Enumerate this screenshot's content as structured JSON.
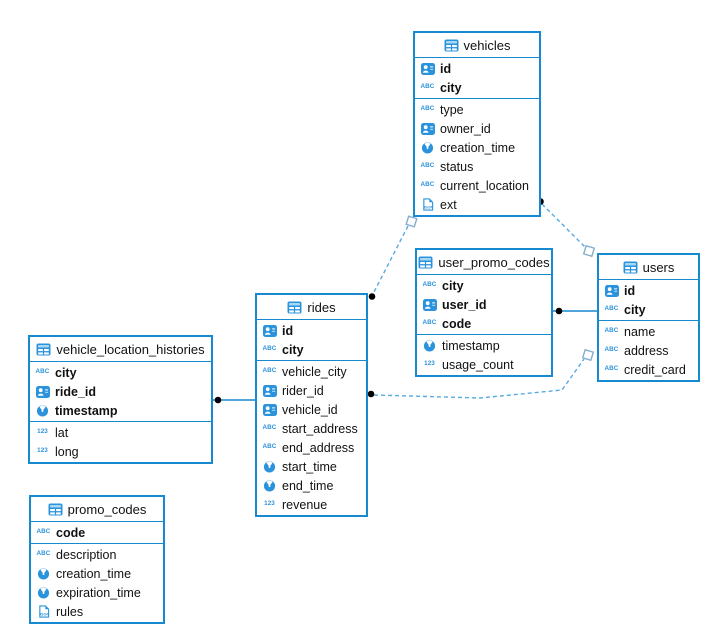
{
  "app": {
    "background": "#ffffff",
    "accent_color": "#1789d1",
    "icon_color": "#2b93dc",
    "dash_color": "#58abe0",
    "dot_color": "#000000"
  },
  "icons": {
    "string": "ABC",
    "numeric": "123",
    "json": "JSON"
  },
  "tables": [
    {
      "name": "vehicles",
      "columns": [
        {
          "type": "id",
          "label": "id",
          "key": true
        },
        {
          "type": "string",
          "label": "city",
          "key": true
        },
        {
          "type": "string",
          "label": "type",
          "key": false
        },
        {
          "type": "id",
          "label": "owner_id",
          "key": false
        },
        {
          "type": "time",
          "label": "creation_time",
          "key": false
        },
        {
          "type": "string",
          "label": "status",
          "key": false
        },
        {
          "type": "string",
          "label": "current_location",
          "key": false
        },
        {
          "type": "json",
          "label": "ext",
          "key": false
        }
      ]
    },
    {
      "name": "user_promo_codes",
      "columns": [
        {
          "type": "string",
          "label": "city",
          "key": true
        },
        {
          "type": "id",
          "label": "user_id",
          "key": true
        },
        {
          "type": "string",
          "label": "code",
          "key": true
        },
        {
          "type": "time",
          "label": "timestamp",
          "key": false
        },
        {
          "type": "numeric",
          "label": "usage_count",
          "key": false
        }
      ]
    },
    {
      "name": "users",
      "columns": [
        {
          "type": "id",
          "label": "id",
          "key": true
        },
        {
          "type": "string",
          "label": "city",
          "key": true
        },
        {
          "type": "string",
          "label": "name",
          "key": false
        },
        {
          "type": "string",
          "label": "address",
          "key": false
        },
        {
          "type": "string",
          "label": "credit_card",
          "key": false
        }
      ]
    },
    {
      "name": "rides",
      "columns": [
        {
          "type": "id",
          "label": "id",
          "key": true
        },
        {
          "type": "string",
          "label": "city",
          "key": true
        },
        {
          "type": "string",
          "label": "vehicle_city",
          "key": false
        },
        {
          "type": "id",
          "label": "rider_id",
          "key": false
        },
        {
          "type": "id",
          "label": "vehicle_id",
          "key": false
        },
        {
          "type": "string",
          "label": "start_address",
          "key": false
        },
        {
          "type": "string",
          "label": "end_address",
          "key": false
        },
        {
          "type": "time",
          "label": "start_time",
          "key": false
        },
        {
          "type": "time",
          "label": "end_time",
          "key": false
        },
        {
          "type": "numeric",
          "label": "revenue",
          "key": false
        }
      ]
    },
    {
      "name": "vehicle_location_histories",
      "columns": [
        {
          "type": "string",
          "label": "city",
          "key": true
        },
        {
          "type": "id",
          "label": "ride_id",
          "key": true
        },
        {
          "type": "time",
          "label": "timestamp",
          "key": true
        },
        {
          "type": "numeric",
          "label": "lat",
          "key": false
        },
        {
          "type": "numeric",
          "label": "long",
          "key": false
        }
      ]
    },
    {
      "name": "promo_codes",
      "columns": [
        {
          "type": "string",
          "label": "code",
          "key": true
        },
        {
          "type": "string",
          "label": "description",
          "key": false
        },
        {
          "type": "time",
          "label": "creation_time",
          "key": false
        },
        {
          "type": "time",
          "label": "expiration_time",
          "key": false
        },
        {
          "type": "json",
          "label": "rules",
          "key": false
        }
      ]
    }
  ],
  "relations": [
    {
      "from": "rides",
      "to": "vehicles",
      "line": "dashed"
    },
    {
      "from": "vehicles",
      "to": "users",
      "line": "dashed"
    },
    {
      "from": "user_promo_codes",
      "to": "users",
      "line": "solid"
    },
    {
      "from": "rides",
      "to": "users",
      "line": "dashed"
    },
    {
      "from": "vehicle_location_histories",
      "to": "rides",
      "line": "solid"
    }
  ]
}
